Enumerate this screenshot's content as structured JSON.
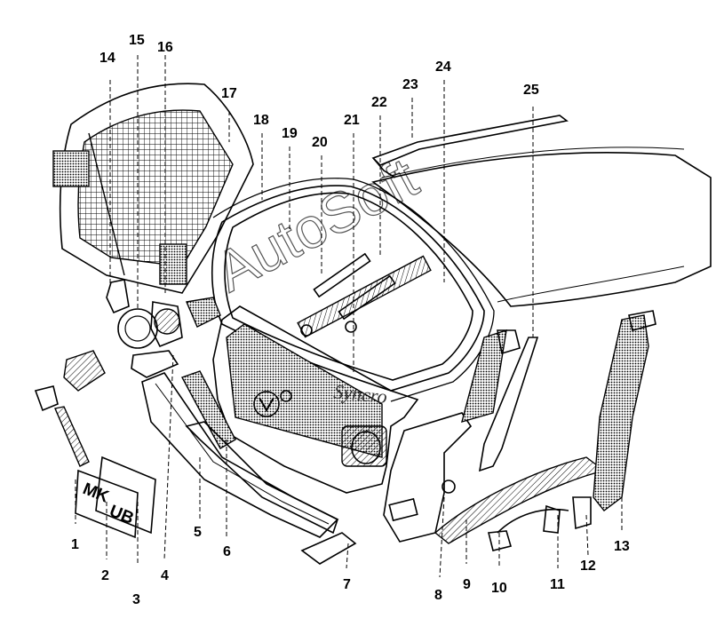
{
  "watermark": {
    "text": "AutoSoft"
  },
  "vehicle_badge": {
    "text": "Syncro"
  },
  "license_plate": {
    "left": "MK",
    "right": "UB"
  },
  "callouts": [
    {
      "label": "1"
    },
    {
      "label": "2"
    },
    {
      "label": "3"
    },
    {
      "label": "4"
    },
    {
      "label": "5"
    },
    {
      "label": "6"
    },
    {
      "label": "7"
    },
    {
      "label": "8"
    },
    {
      "label": "9"
    },
    {
      "label": "10"
    },
    {
      "label": "11"
    },
    {
      "label": "12"
    },
    {
      "label": "13"
    },
    {
      "label": "14"
    },
    {
      "label": "15"
    },
    {
      "label": "16"
    },
    {
      "label": "17"
    },
    {
      "label": "18"
    },
    {
      "label": "19"
    },
    {
      "label": "20"
    },
    {
      "label": "21"
    },
    {
      "label": "22"
    },
    {
      "label": "23"
    },
    {
      "label": "24"
    },
    {
      "label": "25"
    }
  ]
}
